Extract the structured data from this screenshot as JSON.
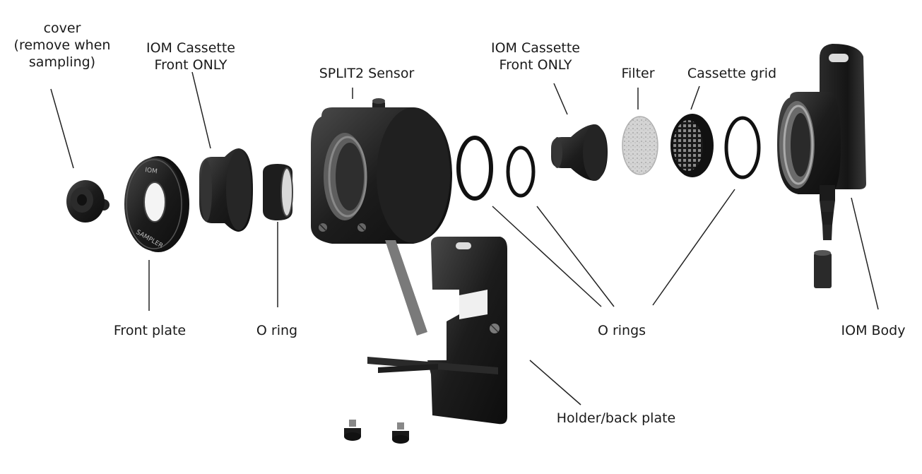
{
  "labels": {
    "cover": [
      "cover",
      "(remove when",
      "sampling)"
    ],
    "iom_cassette_left": [
      "IOM Cassette",
      "Front ONLY"
    ],
    "split2_sensor": "SPLIT2 Sensor",
    "iom_cassette_right": [
      "IOM Cassette",
      "Front ONLY"
    ],
    "filter": "Filter",
    "cassette_grid": "Cassette grid",
    "front_plate": "Front plate",
    "o_ring": "O ring",
    "o_rings": "O rings",
    "iom_body": "IOM Body",
    "holder_back_plate": "Holder/back plate"
  },
  "part_text": {
    "plate_top": "IOM",
    "plate_bottom": "SAMPLER"
  },
  "colors": {
    "part_dark": "#1b1b1b",
    "part_mid": "#3a3a3a",
    "part_light": "#6a6a6a",
    "filter": "#cfcfcf",
    "leader": "#222222"
  }
}
